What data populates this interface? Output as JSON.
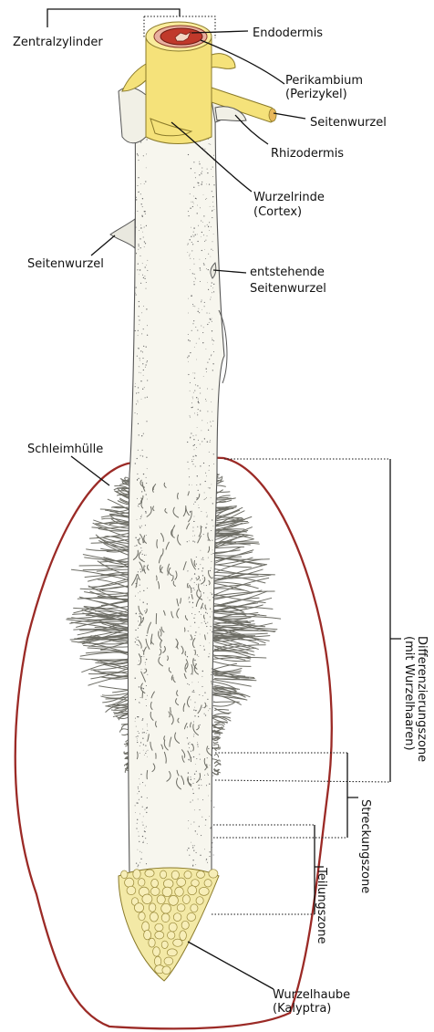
{
  "labels": {
    "zentralzylinder": "Zentralzylinder",
    "endodermis": "Endodermis",
    "perikambium_1": "Perikambium",
    "perikambium_2": "(Perizykel)",
    "seitenwurzel_top": "Seitenwurzel",
    "rhizodermis": "Rhizodermis",
    "wurzelrinde_1": "Wurzelrinde",
    "wurzelrinde_2": "(Cortex)",
    "seitenwurzel_left": "Seitenwurzel",
    "entstehende_1": "entstehende",
    "entstehende_2": "Seitenwurzel",
    "schleimhuelle": "Schleimhülle",
    "differenzierungszone_1": "Differenzierungszone",
    "differenzierungszone_2": "(mit Wurzelhaaren)",
    "streckungszone": "Streckungszone",
    "teilungszone": "Teilungszone",
    "wurzelhaube_1": "Wurzelhaube",
    "wurzelhaube_2": "(Kalyptra)"
  },
  "colors": {
    "schleimhuelle_outline": "#9b2a26",
    "zentralzylinder_fill": "#f5e27a",
    "endodermis_ring": "#c0392b",
    "root_fill": "#f7f6ee",
    "wurzelhaube_fill": "#f3e9a6"
  }
}
